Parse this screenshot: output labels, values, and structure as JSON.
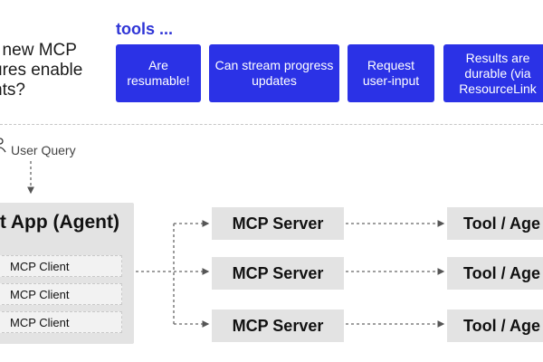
{
  "question": "t new MCP\nures enable\nnts?",
  "tools_label": "tools ...",
  "features": [
    {
      "label": "Are resumable!"
    },
    {
      "label": "Can stream progress updates"
    },
    {
      "label": "Request user-input"
    },
    {
      "label": "Results are durable (via ResourceLink"
    }
  ],
  "user_query": "User Query",
  "host": {
    "title": "t App (Agent)",
    "clients": [
      "MCP Client",
      "MCP Client",
      "MCP Client"
    ]
  },
  "servers": [
    "MCP Server",
    "MCP Server",
    "MCP Server"
  ],
  "tools": [
    "Tool / Age",
    "Tool / Age",
    "Tool / Age"
  ],
  "colors": {
    "feature_bg": "#2b32e6",
    "accent_text": "#2f35d6",
    "box_gray": "#e3e3e3"
  }
}
